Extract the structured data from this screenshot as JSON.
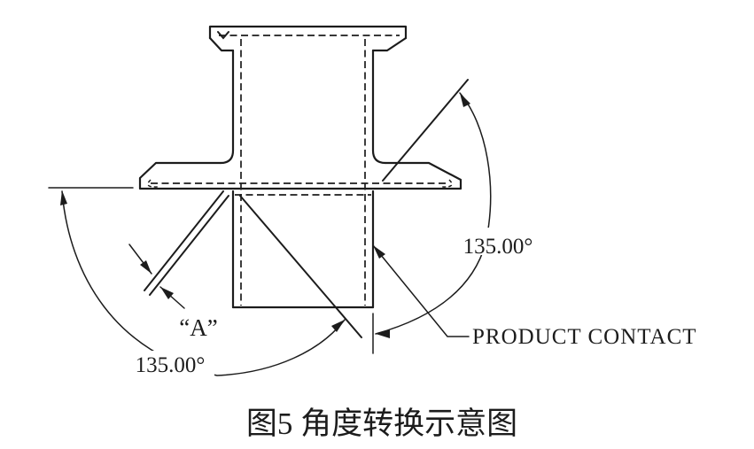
{
  "figure": {
    "caption": "图5 角度转换示意图",
    "labels": {
      "angle_left": "135.00°",
      "angle_right": "135.00°",
      "thickness_ref": "“A”",
      "product_contact": "PRODUCT CONTACT"
    },
    "colors": {
      "line": "#1c1c1c",
      "background": "#ffffff"
    }
  }
}
